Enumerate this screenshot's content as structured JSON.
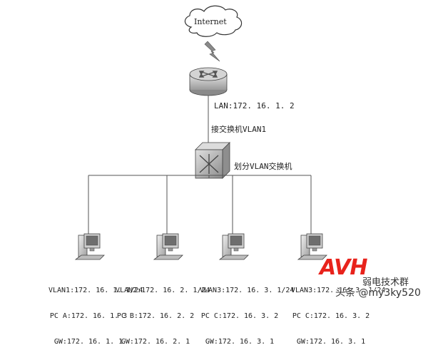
{
  "internet": {
    "label": "Internet"
  },
  "router": {
    "lan_label": "LAN:172. 16. 1. 2"
  },
  "uplink": {
    "label": "接交换机VLAN1"
  },
  "switch": {
    "label": "划分VLAN交换机"
  },
  "pcs": [
    {
      "lines": [
        "VLAN1:172. 16. 1. 1/24",
        "PC A:172. 16. 1. 3",
        "GW:172. 16. 1. 1"
      ]
    },
    {
      "lines": [
        "VLAN2:172. 16. 2. 1/24",
        "PC B:172. 16. 2. 2",
        "GW:172. 16. 2. 1"
      ]
    },
    {
      "lines": [
        "VLAN3:172. 16. 3. 1/24",
        "PC C:172. 16. 3. 2",
        "GW:172. 16. 3. 1"
      ]
    },
    {
      "lines": [
        "VLAN3:172. 16. 3. 1/24",
        "PC C:172. 16. 3. 2",
        "GW:172. 16. 3. 1"
      ]
    }
  ],
  "watermark": {
    "logo": "AVH",
    "text": "头条 @my3ky520",
    "overlay_text": "弱电技术群",
    "logo_color": "#e8231c"
  },
  "colors": {
    "line": "#555555",
    "device_grey": "#b8b8b8",
    "lightning": "#777777"
  }
}
